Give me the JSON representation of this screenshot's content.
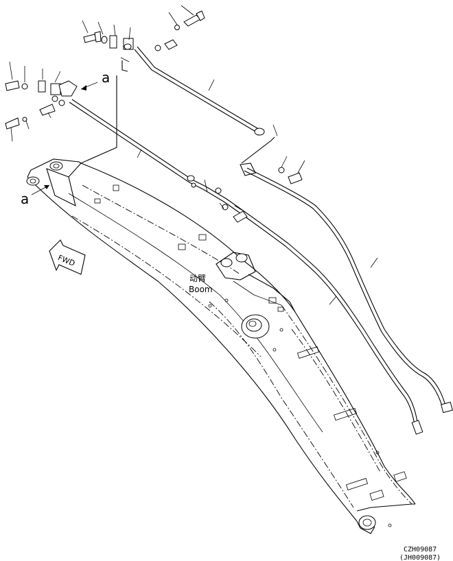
{
  "labels": {
    "ref_a": "a",
    "fwd": "FWD",
    "boom_cn": "动臂",
    "boom_en": "Boom"
  },
  "codes": {
    "drawing_code": "CZH09087",
    "drawing_code_alt": "(JH009087)"
  }
}
